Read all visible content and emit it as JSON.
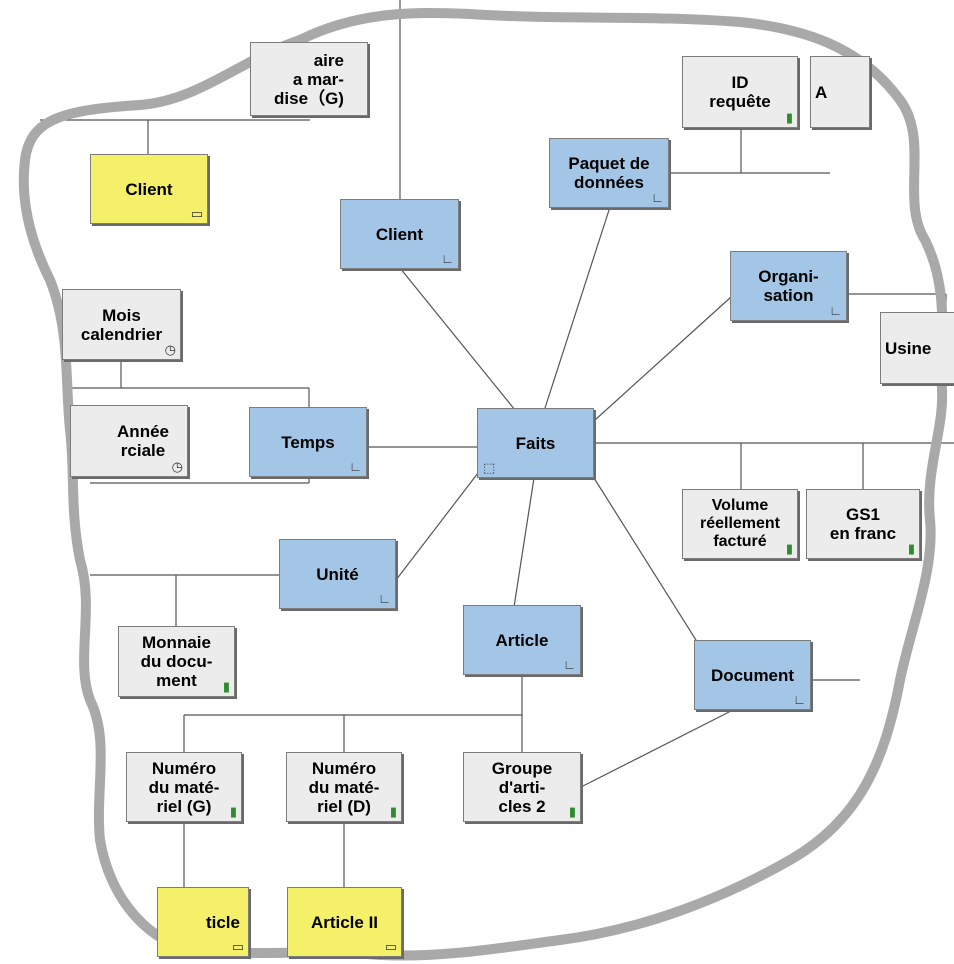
{
  "colors": {
    "dimension_fill": "#a3c6e6",
    "attribute_fill": "#ececec",
    "master_data_fill": "#f4f06a",
    "border": "#7d7d7d",
    "connector": "#555555",
    "outline": "#a9a9a9"
  },
  "icons": {
    "dimension": "chart-axis-icon",
    "navigation_attribute": "green-key-icon",
    "time_characteristic": "clock-icon",
    "fact_table": "cube-icon",
    "infoobject": "table-icon"
  },
  "nodes": {
    "faits": {
      "label": "Faits",
      "icon": "cube-icon"
    },
    "client": {
      "label": "Client",
      "icon": "chart-axis-icon"
    },
    "paquet": {
      "label": "Paquet de\ndonnées",
      "icon": "chart-axis-icon"
    },
    "organisation": {
      "label": "Organi-\nsation",
      "icon": "chart-axis-icon"
    },
    "temps": {
      "label": "Temps",
      "icon": "chart-axis-icon"
    },
    "unite": {
      "label": "Unité",
      "icon": "chart-axis-icon"
    },
    "article": {
      "label": "Article",
      "icon": "chart-axis-icon"
    },
    "document": {
      "label": "Document",
      "icon": "chart-axis-icon"
    },
    "gamme": {
      "label": "aire\na mar-\ndise（G)",
      "icon": ""
    },
    "client_master": {
      "label": "Client",
      "icon": "table-icon"
    },
    "id_requete": {
      "label": "ID\nrequête",
      "icon": "green-key-icon"
    },
    "partial_a": {
      "label": "A",
      "icon": ""
    },
    "mois": {
      "label": "Mois\ncalendrier",
      "icon": "clock-icon"
    },
    "annee": {
      "label": "Année\nrciale",
      "icon": "clock-icon"
    },
    "usine": {
      "label": "Usine",
      "icon": ""
    },
    "volume": {
      "label": "Volume\nréellement\nfacturé",
      "icon": "green-key-icon"
    },
    "gs1": {
      "label": "GS1\nen franc",
      "icon": "green-key-icon"
    },
    "monnaie": {
      "label": "Monnaie\ndu docu-\nment",
      "icon": "green-key-icon"
    },
    "numero_g": {
      "label": "Numéro\ndu maté-\nriel (G)",
      "icon": "green-key-icon"
    },
    "numero_d": {
      "label": "Numéro\ndu maté-\nriel (D)",
      "icon": "green-key-icon"
    },
    "groupe": {
      "label": "Groupe\nd'arti-\ncles 2",
      "icon": "green-key-icon"
    },
    "article_i": {
      "label": "ticle",
      "icon": "table-icon"
    },
    "article_ii": {
      "label": "Article II",
      "icon": "table-icon"
    }
  }
}
